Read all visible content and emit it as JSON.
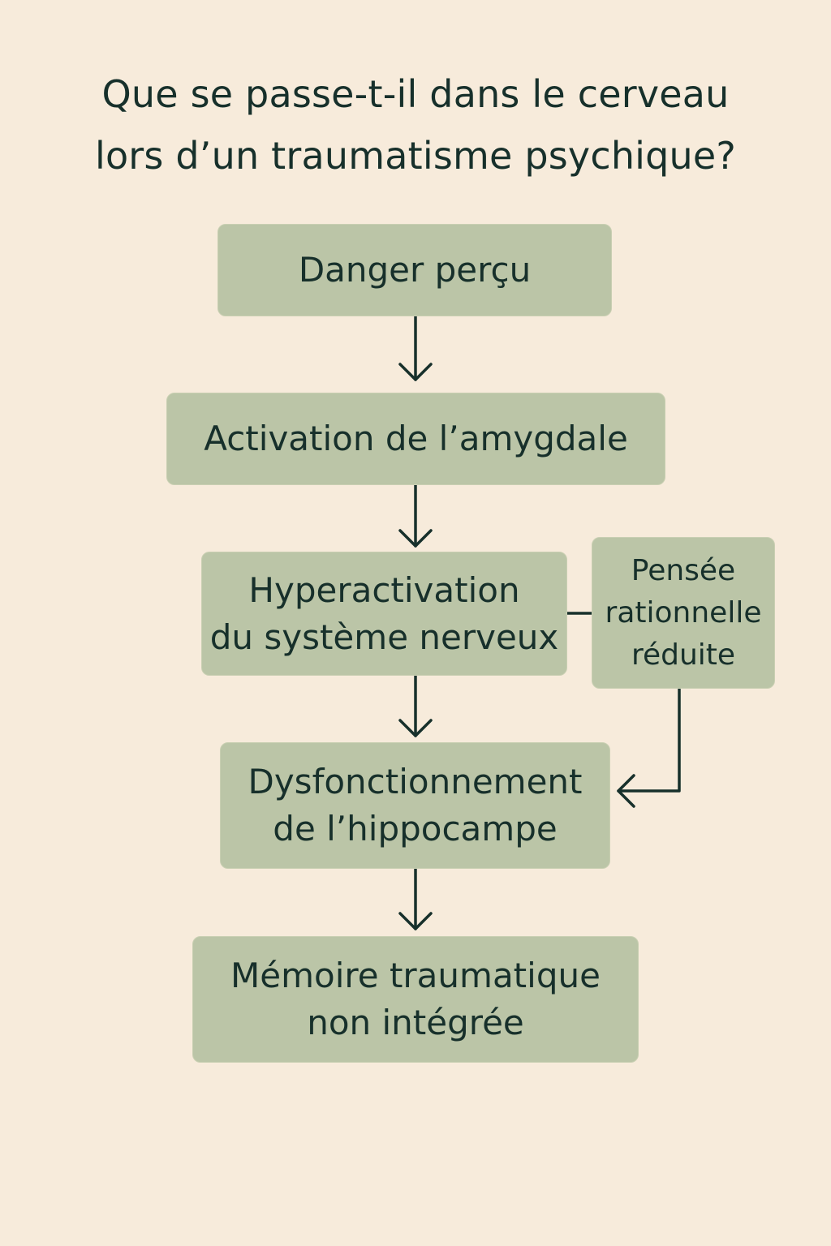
{
  "title": {
    "line1": "Que se passe-t-il dans le cerveau",
    "line2": "lors d’un traumatisme psychique?"
  },
  "nodes": {
    "danger": {
      "line1": "Danger perçu"
    },
    "amygdala": {
      "line1": "Activation de l’amygdale"
    },
    "nervous": {
      "line1": "Hyperactivation",
      "line2": "du système nerveux"
    },
    "rational": {
      "line1": "Pensée",
      "line2": "rationnelle",
      "line3": "réduite"
    },
    "hippocampus": {
      "line1": "Dysfonctionnement",
      "line2": "de l’hippocampe"
    },
    "memory": {
      "line1": "Mémoire traumatique",
      "line2": "non intégrée"
    }
  },
  "colors": {
    "background": "#f7ebdb",
    "box_fill": "#bbc5a7",
    "text": "#17302b",
    "arrow": "#17302b"
  }
}
